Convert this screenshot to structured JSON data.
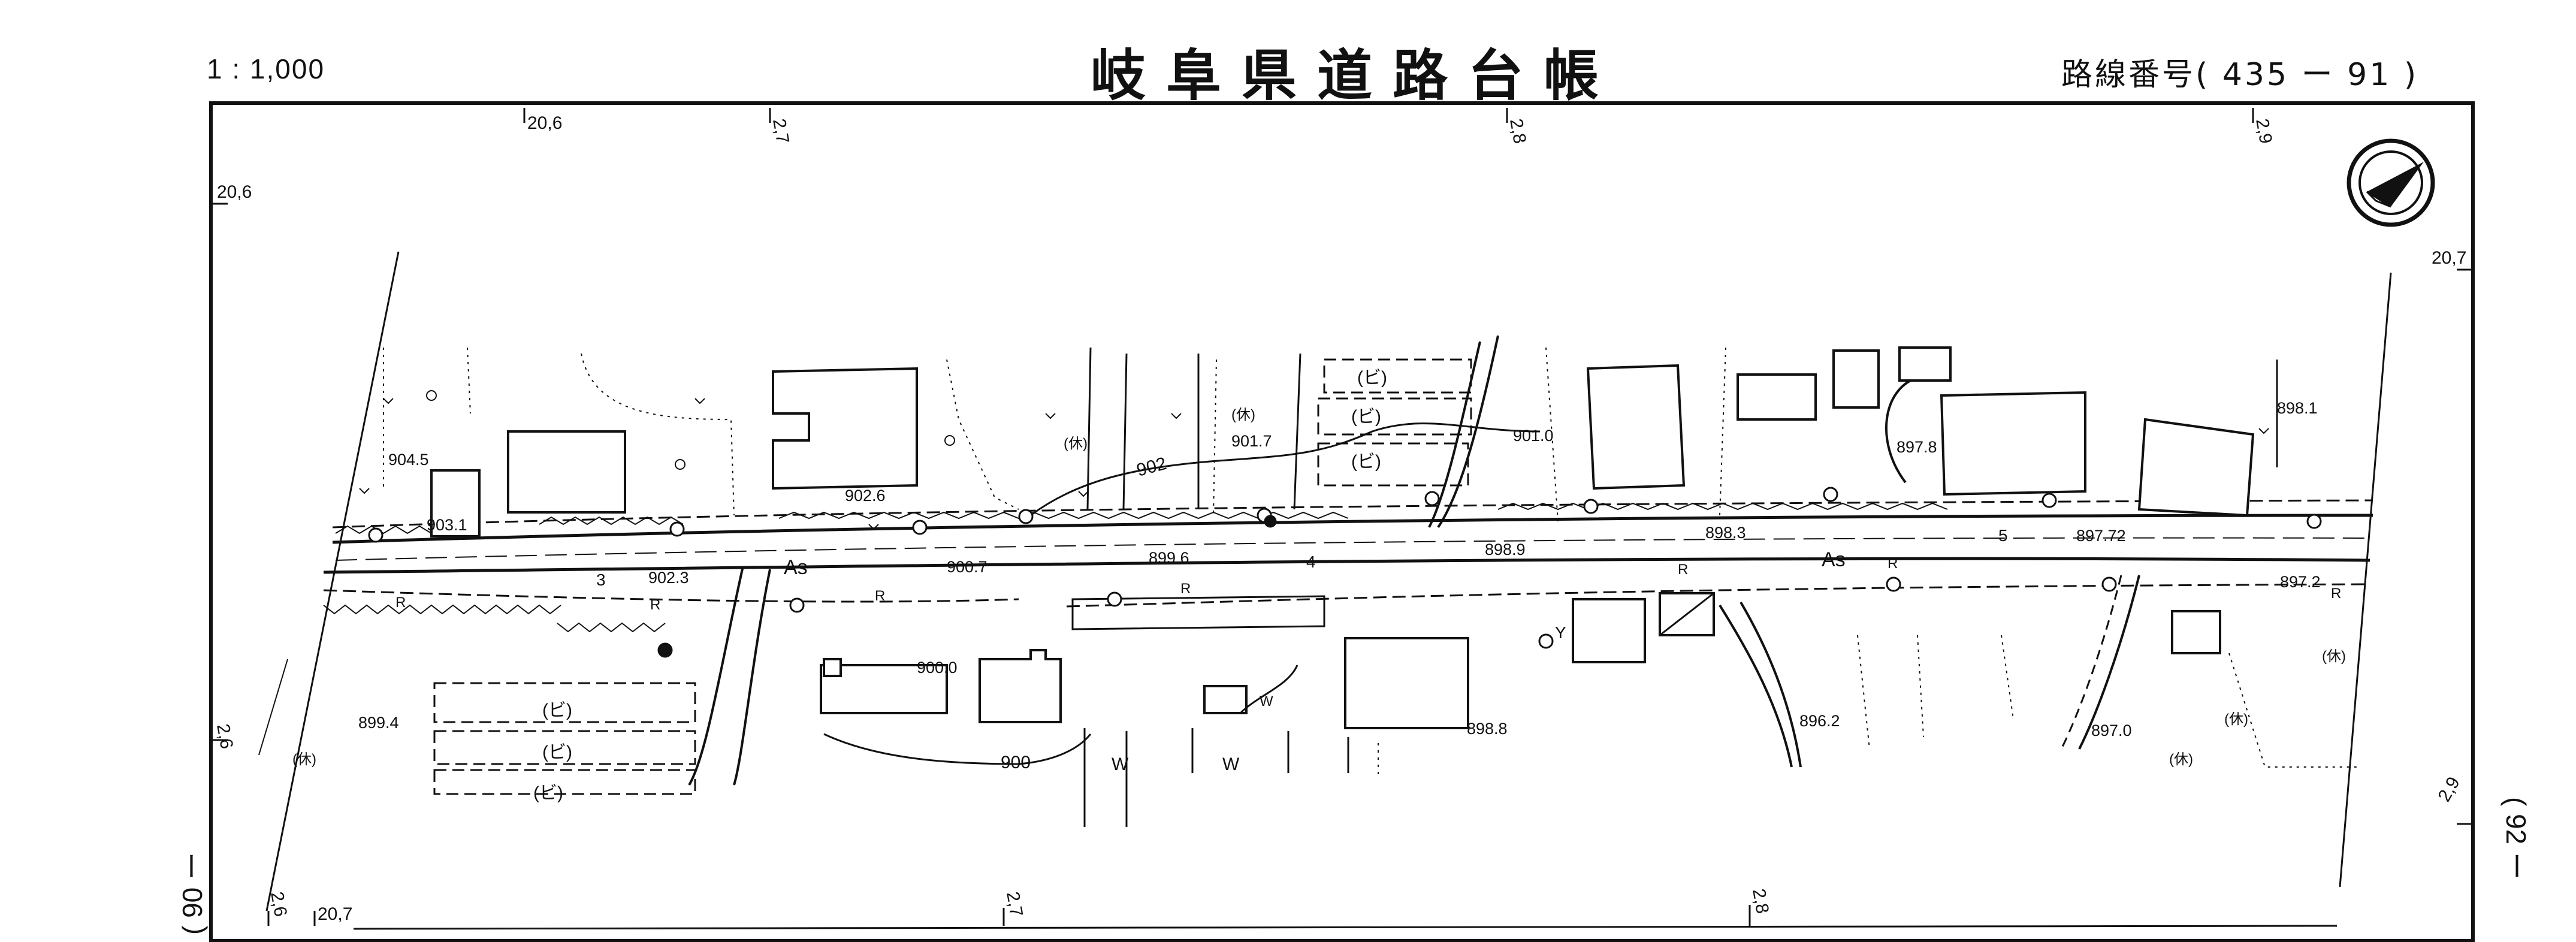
{
  "header": {
    "scale": "1 : 1,000",
    "title": "岐阜県道路台帳",
    "route_number": "路線番号( 435 ー 91 )"
  },
  "side_sheet_left": "( 90 ー",
  "side_sheet_right": "( 92 ー",
  "distance_posts": [
    "20,6",
    "2,7",
    "2,8",
    "2,9",
    "20,6",
    "20,7",
    "2,6",
    "2,6",
    "20,7",
    "2,7",
    "2,8",
    "2,9"
  ],
  "elevations": [
    "904.5",
    "902.6",
    "901.7",
    "901.0",
    "897.8",
    "898.1",
    "903.1",
    "902.3",
    "900.7",
    "899.6",
    "898.9",
    "898.3",
    "897.72",
    "897.2",
    "899.4",
    "900.0",
    "898.8",
    "896.2",
    "897.0"
  ],
  "road_labels": {
    "surface_north": "As",
    "surface_south": "As",
    "retaining_wall": "R",
    "station_3": "3",
    "station_4": "4",
    "station_5": "5"
  },
  "land_use_labels": {
    "vinyl_house": "(ビ)",
    "fallow": "(休)",
    "water": "W",
    "y_marker": "Y"
  },
  "contours": [
    "902",
    "900"
  ],
  "north_arrow": "north-arrow"
}
